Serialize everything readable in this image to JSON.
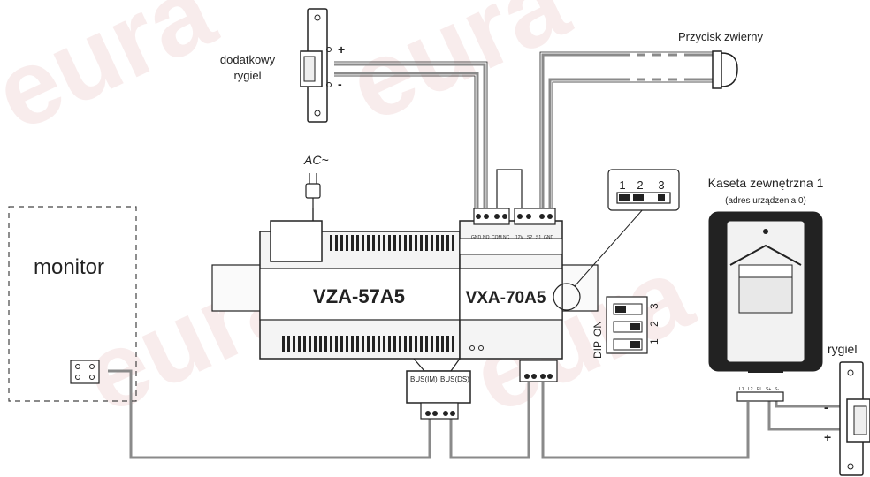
{
  "labels": {
    "extra_bolt": [
      "dodatkowy",
      "rygiel"
    ],
    "plus": "+",
    "minus": "-",
    "exit_button": "Przycisk zwierny",
    "ac": "AC~",
    "monitor": "monitor",
    "module_a": "VZA-57A5",
    "module_b": "VXA-70A5",
    "outdoor_title": "Kaseta zewnętrzna 1",
    "outdoor_sub": "(adres urządzenia 0)",
    "bolt": "rygiel",
    "dip": "DIP",
    "dip_on": "ON",
    "dip_numbers": [
      "1",
      "2",
      "3"
    ],
    "bus_labels": [
      "BUS(IM)",
      "BUS(DS)"
    ],
    "terminal_labels_left": [
      "GND",
      "NO",
      "COM",
      "NC"
    ],
    "terminal_labels_right": [
      "12V",
      "S2",
      "S1",
      "GND"
    ],
    "outdoor_terminals": [
      "L1",
      "L2",
      "PL",
      "S+",
      "S-"
    ],
    "watermark": "eura"
  },
  "colors": {
    "wire": "#8a8a8a",
    "outline": "#222222",
    "module_fill": "#f4f4f4",
    "watermark": "#f3dede"
  }
}
